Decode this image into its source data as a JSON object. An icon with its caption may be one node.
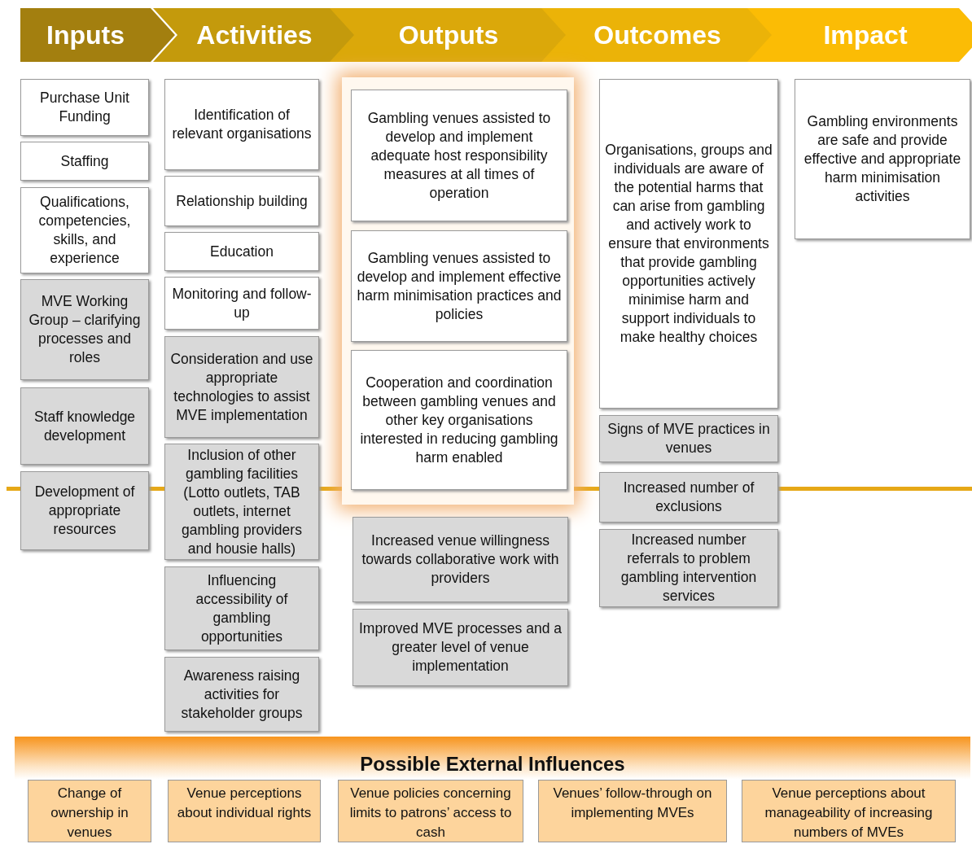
{
  "diagram": {
    "nodes": [
      {
        "text": [
          "Inputs"
        ]
      },
      {
        "text": [
          "Activities"
        ]
      },
      {
        "text": [
          "Outputs"
        ]
      },
      {
        "text": [
          "Outcomes"
        ]
      },
      {
        "text": [
          "Impact"
        ]
      },
      {
        "text": [
          "Purchase Unit Funding"
        ]
      },
      {
        "text": [
          "Staffing"
        ]
      },
      {
        "text": [
          "Qualifications, competencies, skills, and experience"
        ]
      },
      {
        "text": [
          "MVE Working Group – clarifying processes and roles"
        ]
      },
      {
        "text": [
          "Staff knowledge development"
        ]
      },
      {
        "text": [
          "Development of appropriate resources"
        ]
      },
      {
        "text": [
          "Identification of relevant organisations"
        ]
      },
      {
        "text": [
          "Relationship building"
        ]
      },
      {
        "text": [
          "Education"
        ]
      },
      {
        "text": [
          "Monitoring and follow-up"
        ]
      },
      {
        "text": [
          "Consideration and use appropriate technologies to assist MVE implementation"
        ]
      },
      {
        "text": [
          "Inclusion of other gambling facilities (Lotto outlets, TAB outlets, internet gambling providers and housie halls)"
        ]
      },
      {
        "text": [
          "Influencing accessibility of gambling opportunities"
        ]
      },
      {
        "text": [
          "Awareness raising activities for stakeholder groups"
        ]
      },
      {
        "text": [],
        "shape": "box"
      },
      {
        "text": [
          "Gambling venues assisted to develop and implement adequate host responsibility measures at all times of operation"
        ],
        "in": 19
      },
      {
        "text": [
          "Gambling venues assisted to develop and implement effective harm minimisation practices and policies"
        ],
        "in": 19
      },
      {
        "text": [
          "Cooperation and coordination between gambling venues and other key organisations interested in reducing gambling harm enabled"
        ],
        "in": 19
      },
      {
        "text": [
          "Increased venue willingness towards collaborative work with providers"
        ]
      },
      {
        "text": [
          "Improved MVE processes and a greater level of venue implementation"
        ]
      },
      {
        "text": [
          "Organisations, groups and individuals are aware of the potential harms that can arise from gambling and actively work to ensure that environments that provide gambling opportunities actively minimise harm and support individuals to make healthy choices"
        ]
      },
      {
        "text": [
          "Signs of MVE practices in venues"
        ]
      },
      {
        "text": [
          "Increased number of exclusions"
        ]
      },
      {
        "text": [
          "Increased number referrals to problem gambling intervention services"
        ]
      },
      {
        "text": [
          "Gambling environments are safe and provide effective and appropriate harm minimisation activities"
        ]
      },
      {
        "text": [
          "Possible External Influences"
        ]
      },
      {
        "text": [
          "Change of ownership in venues"
        ],
        "in": 30
      },
      {
        "text": [
          "Venue perceptions about individual rights"
        ],
        "in": 30
      },
      {
        "text": [
          "Venue policies concerning limits to patrons’ access to cash"
        ],
        "in": 30
      },
      {
        "text": [
          "Venues’ follow-through on implementing MVEs"
        ],
        "in": 30
      },
      {
        "text": [
          "Venue perceptions about manageability of increasing numbers of MVEs"
        ],
        "in": 30
      }
    ],
    "edges": []
  }
}
